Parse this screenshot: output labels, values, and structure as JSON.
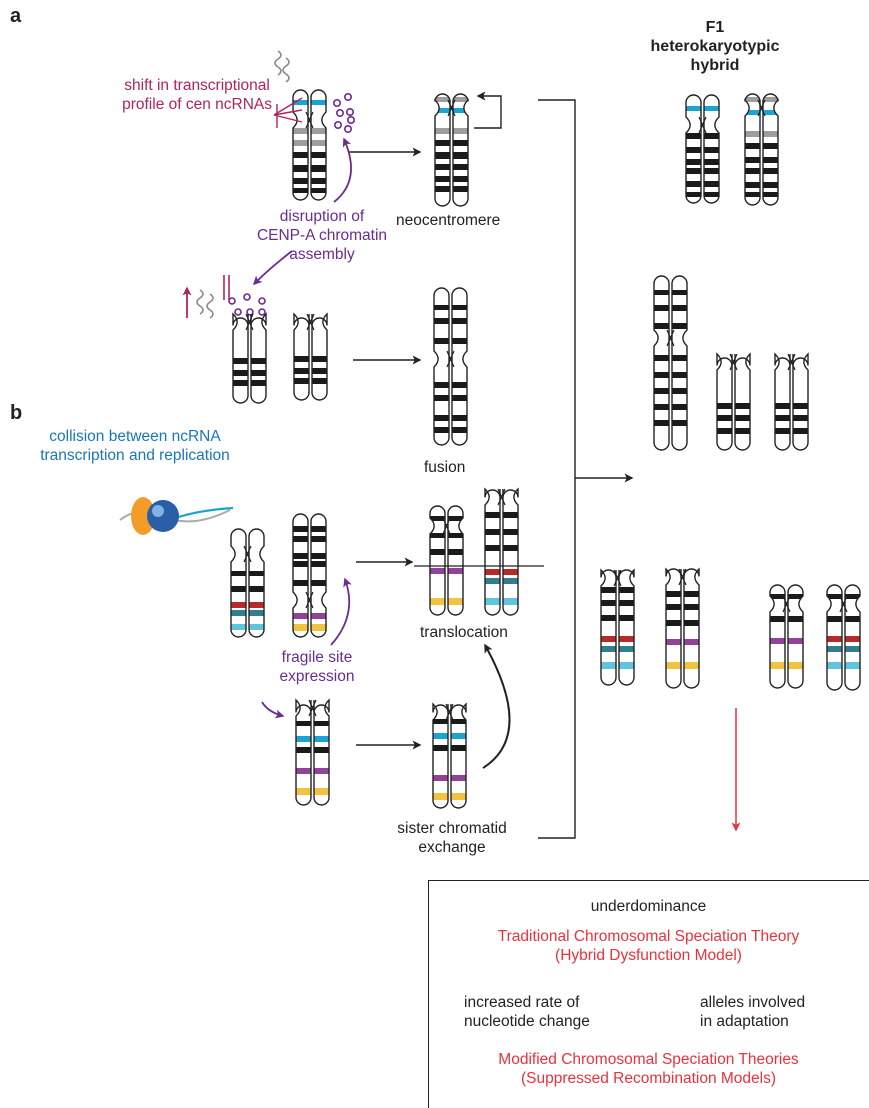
{
  "panels": {
    "a": "a",
    "b": "b"
  },
  "labels": {
    "shift": "shift in transcriptional\nprofile of cen ncRNAs",
    "disruption": "disruption of\nCENP-A chromatin\nassembly",
    "neocentromere": "neocentromere",
    "fusion": "fusion",
    "collision": "collision between ncRNA\ntranscription and replication",
    "translocation": "translocation",
    "fragile": "fragile site\nexpression",
    "sister": "sister chromatid\nexchange",
    "f1": "F1\nheterokaryotypic\nhybrid"
  },
  "box": {
    "underdominance": "underdominance",
    "traditional": "Traditional Chromosomal Speciation Theory\n(Hybrid Dysfunction Model)",
    "rate": "increased rate of\nnucleotide change",
    "alleles": "alleles involved\nin adaptation",
    "modified": "Modified Chromosomal Speciation Theories\n(Suppressed Recombination Models)"
  },
  "colors": {
    "outline": "#222222",
    "band_black": "#1a1a1a",
    "band_blue": "#1ba3d1",
    "band_gray": "#9e9e9e",
    "band_red": "#b72a2a",
    "band_teal": "#2f7f8f",
    "band_purple": "#93429a",
    "band_yellow": "#f2c341",
    "band_light_blue": "#62c3dd",
    "label_plum": "#b0245e",
    "label_purple": "#6b2c91",
    "label_blue": "#1b75bb",
    "label_red": "#e8323c",
    "arrow_red": "#e8323c"
  }
}
